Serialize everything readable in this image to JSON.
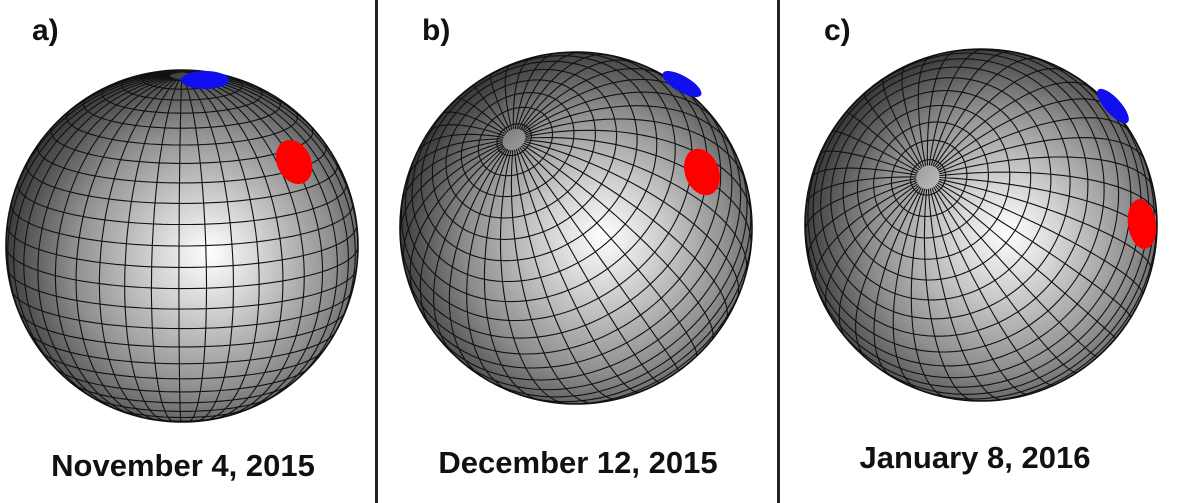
{
  "panels": [
    {
      "id": "a",
      "label": "a)",
      "date": "November 4, 2015",
      "grid": {
        "poleLat": 76,
        "poleLon": 8,
        "spin": 0
      },
      "spots": [
        {
          "color": "#1010ee",
          "shape": "cap"
        },
        {
          "color": "#ff0000",
          "shape": "oval"
        }
      ]
    },
    {
      "id": "b",
      "label": "b)",
      "date": "December 12, 2015",
      "grid": {
        "poleLat": 38,
        "poleLon": 28,
        "spin": 35
      },
      "spots": [
        {
          "color": "#1010ee",
          "shape": "cap"
        },
        {
          "color": "#ff0000",
          "shape": "oval"
        }
      ]
    },
    {
      "id": "c",
      "label": "c)",
      "date": "January 8, 2016",
      "grid": {
        "poleLat": 24,
        "poleLon": 38,
        "spin": 48
      },
      "spots": [
        {
          "color": "#1010ee",
          "shape": "cap"
        },
        {
          "color": "#ff0000",
          "shape": "oval"
        }
      ]
    }
  ]
}
